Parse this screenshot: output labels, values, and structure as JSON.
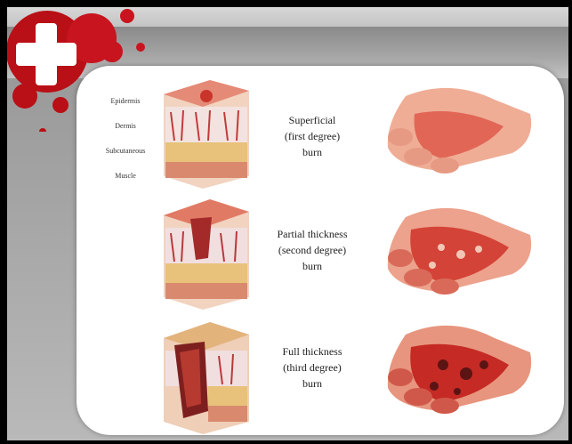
{
  "layers": [
    "Epidermis",
    "Dermis",
    "Subcutaneous",
    "Muscle"
  ],
  "burns": [
    {
      "lines": [
        "Superficial",
        "(first degree)",
        "burn"
      ]
    },
    {
      "lines": [
        "Partial thickness",
        "(second degree)",
        "burn"
      ]
    },
    {
      "lines": [
        "Full thickness",
        "(third degree)",
        "burn"
      ]
    }
  ],
  "colors": {
    "accent_red": "#c8141e",
    "skin": "#e89a86",
    "burn": "#d6352a",
    "fat": "#e6c07a"
  }
}
